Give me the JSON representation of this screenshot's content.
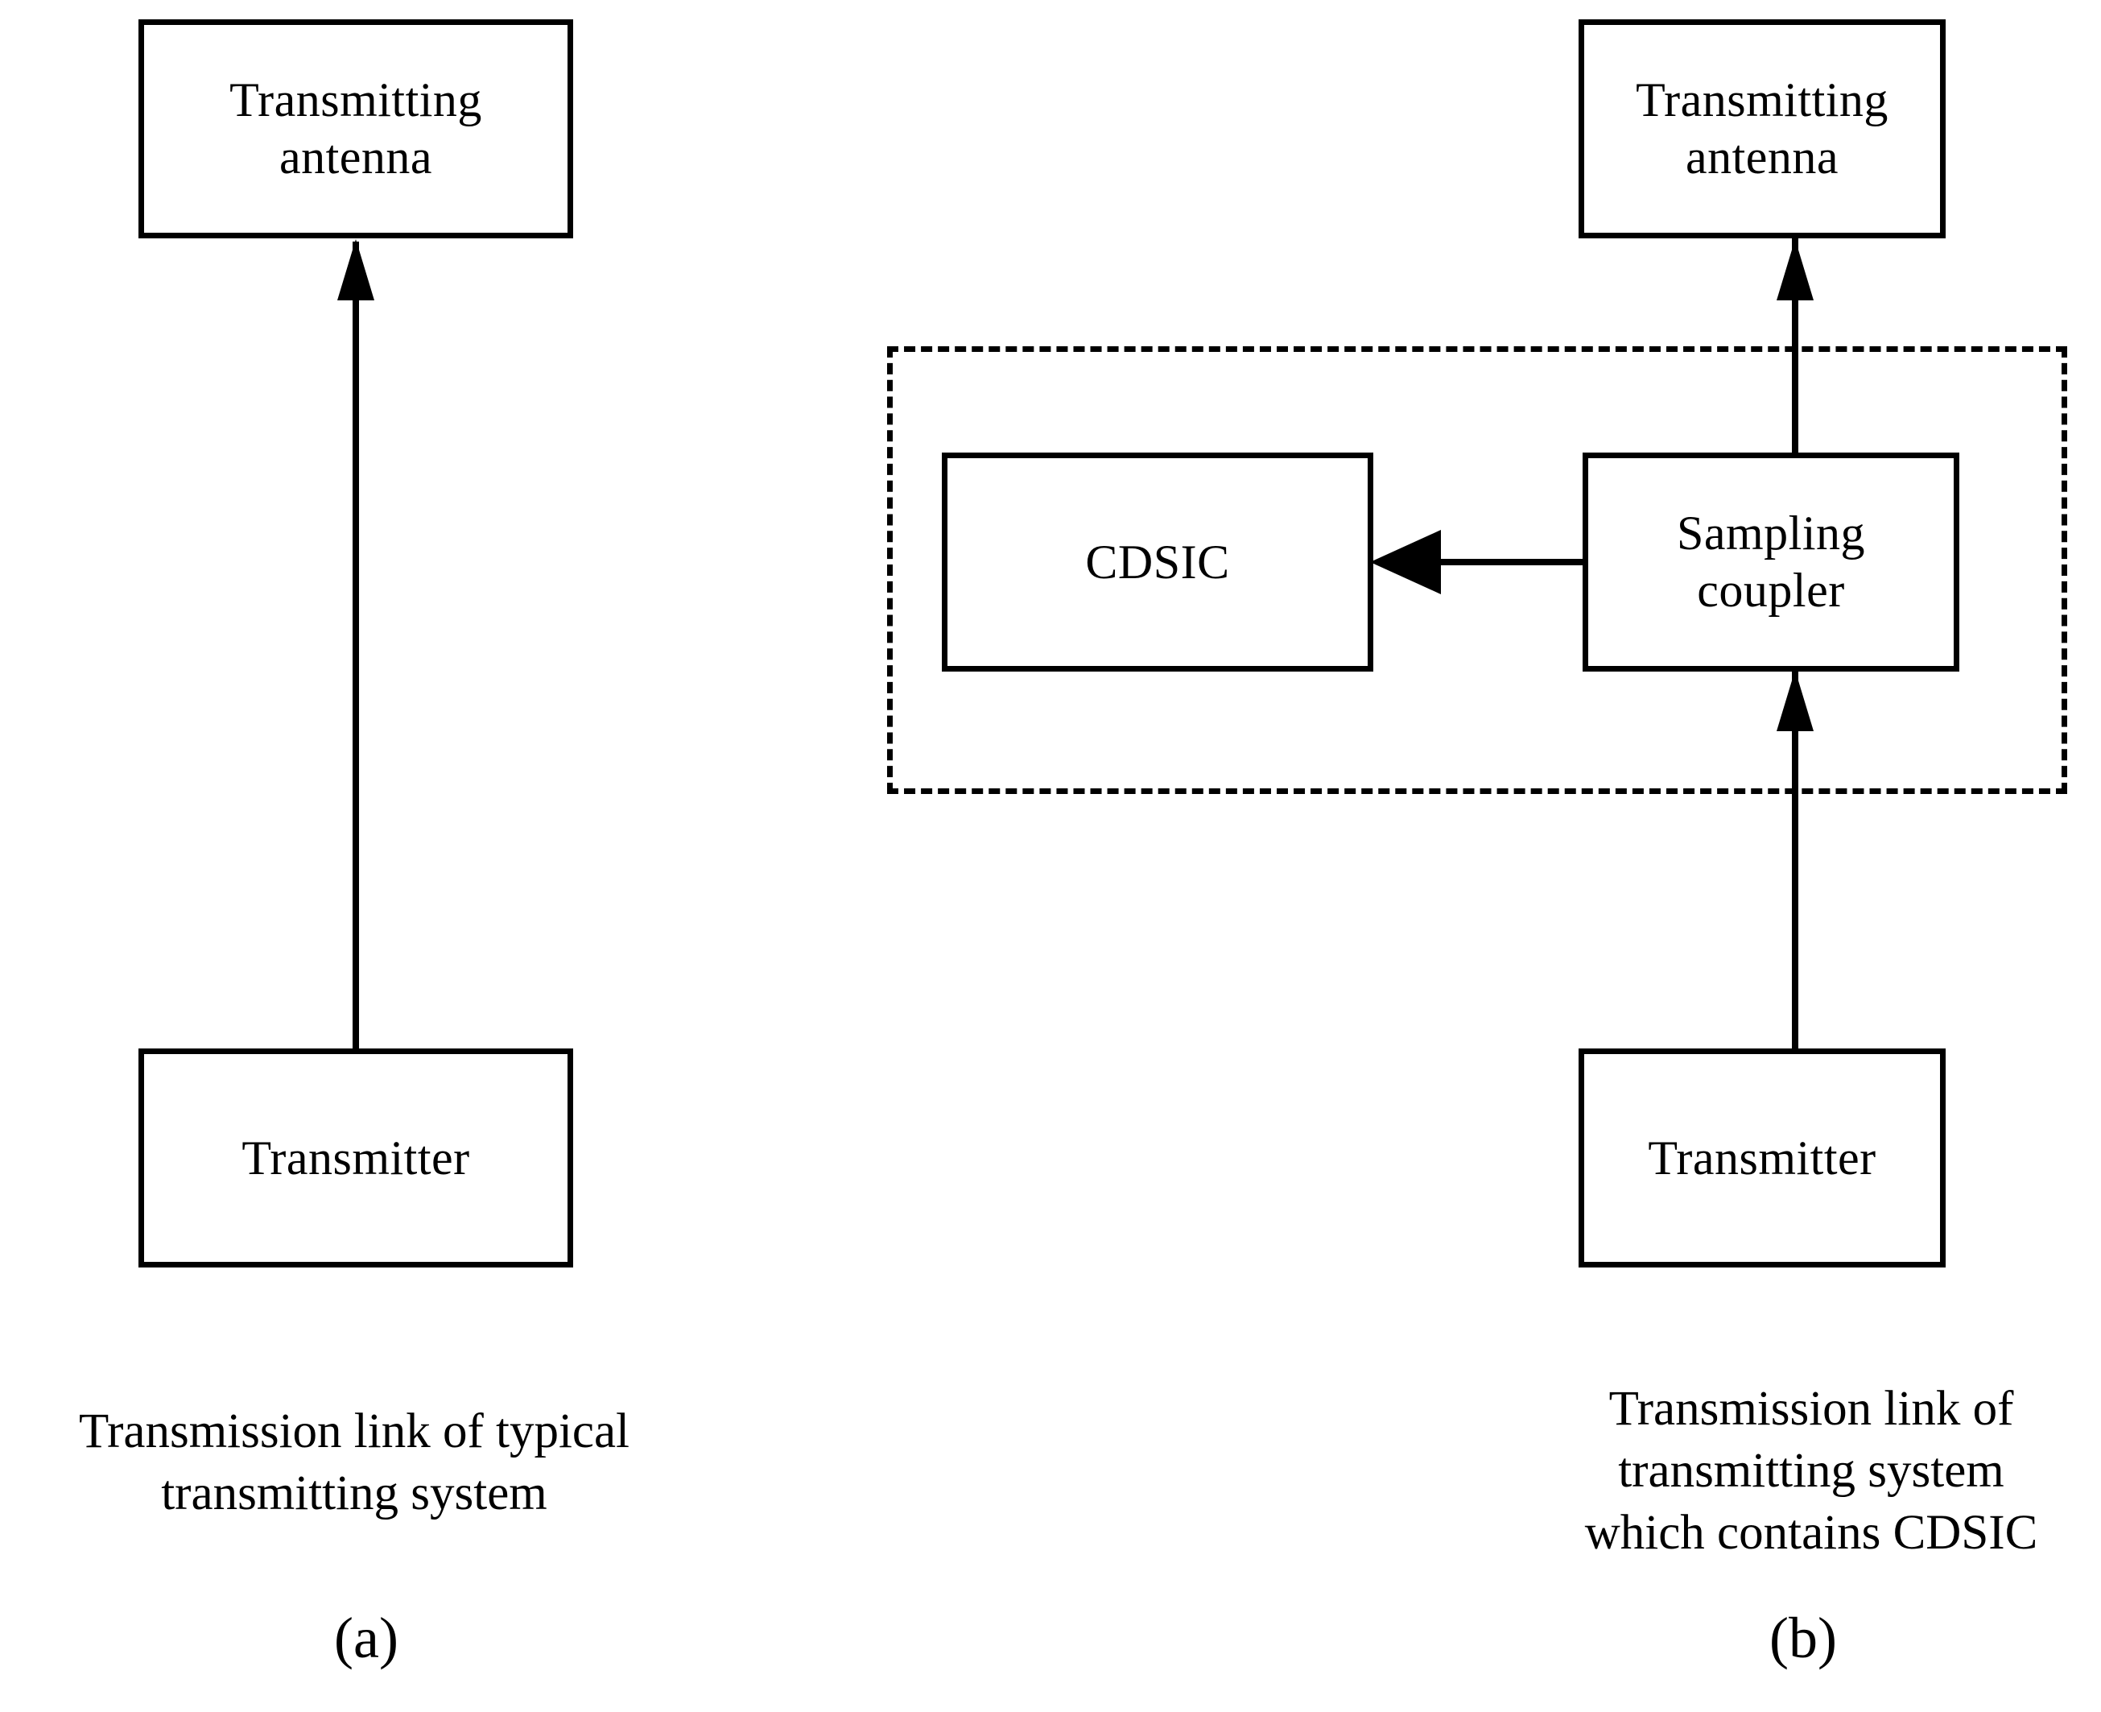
{
  "figure": {
    "type": "block-diagram",
    "background_color": "#ffffff",
    "stroke_color": "#000000"
  },
  "panel_a": {
    "label": "(a)",
    "caption": "Transmission link of typical\ntransmitting system",
    "blocks": {
      "antenna": "Transmitting\nantenna",
      "transmitter": "Transmitter"
    },
    "connections": [
      "Transmitter -> Transmitting antenna"
    ]
  },
  "panel_b": {
    "label": "(b)",
    "caption": "Transmission link of\ntransmitting system\nwhich contains CDSIC",
    "blocks": {
      "antenna": "Transmitting\nantenna",
      "cdsic": "CDSIC",
      "sampling_coupler": "Sampling\ncoupler",
      "transmitter": "Transmitter"
    },
    "connections": [
      "Transmitter -> Sampling coupler",
      "Sampling coupler -> Transmitting antenna",
      "Sampling coupler -> CDSIC"
    ],
    "dashed_group": "CDSIC + Sampling coupler"
  }
}
